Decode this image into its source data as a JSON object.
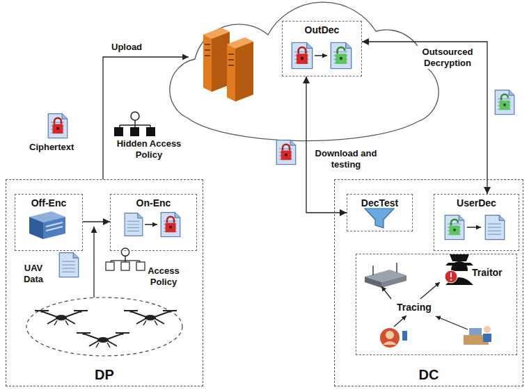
{
  "diagram": {
    "nodes": [
      {
        "text": [
          "DP"
        ]
      },
      {
        "text": [
          "Off-Enc"
        ],
        "in": 0
      },
      {
        "text": [
          "On-Enc"
        ],
        "in": 0
      },
      {
        "text": [
          "OutDec"
        ]
      },
      {
        "text": [
          "DC"
        ]
      },
      {
        "text": [
          "DecTest"
        ],
        "in": 4
      },
      {
        "text": [
          "UserDec"
        ],
        "in": 4
      },
      {
        "text": [
          "Traitor",
          "Tracing"
        ],
        "in": 4
      }
    ],
    "edges": [
      {
        "from": 1,
        "to": 2,
        "arrow": "to"
      },
      {
        "from": 3,
        "to": 5,
        "label": "Download and testing",
        "arrow": "both"
      },
      {
        "from": 3,
        "to": 6,
        "label": "Outsourced Decryption",
        "arrow": "both"
      }
    ],
    "labels": [
      "Upload",
      "Ciphertext",
      "Hidden Access Policy",
      "UAV Data",
      "Access Policy"
    ]
  }
}
